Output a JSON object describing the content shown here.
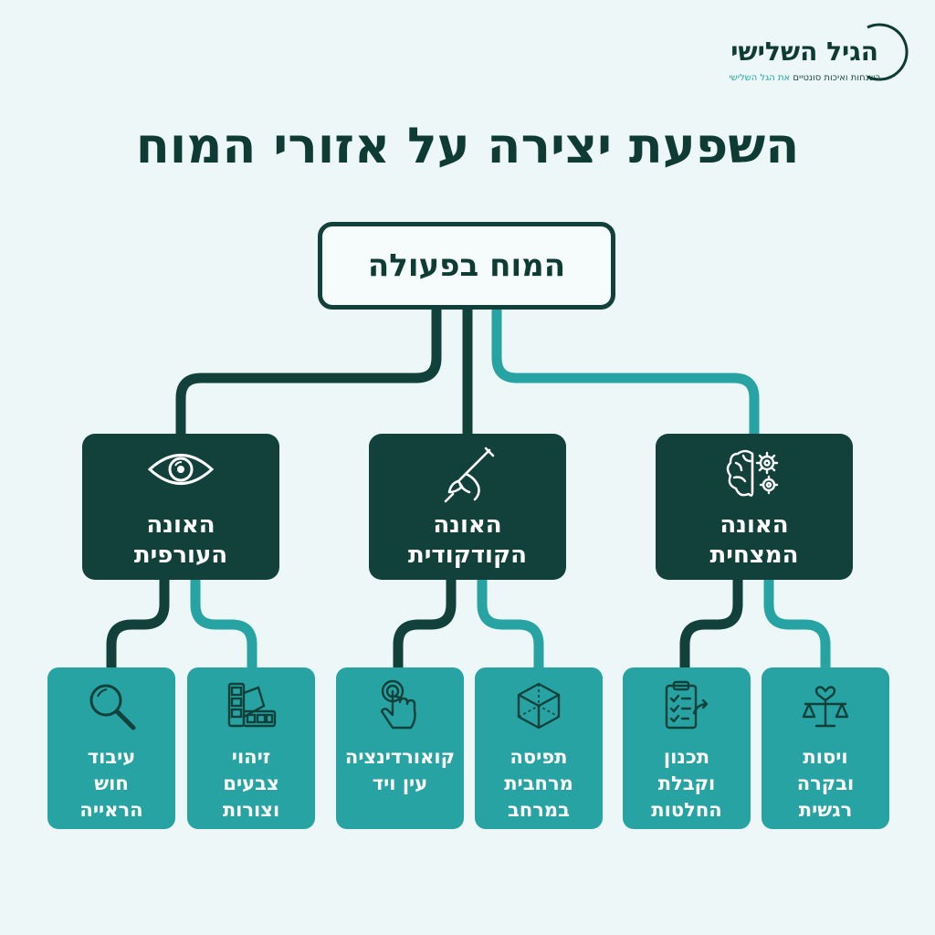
{
  "logo": {
    "brand": "הגיל השלישי",
    "tagline_main": "כשנחות ואיכות סונטיים",
    "tagline_accent": "את הגל השלישי"
  },
  "title": "השפעת יצירה על אזורי המוח",
  "root": {
    "label": "המוח בפעולה"
  },
  "lobes": [
    {
      "line1": "האונה",
      "line2": "העורפית",
      "icon": "eye-icon"
    },
    {
      "line1": "האונה",
      "line2": "הקודקודית",
      "icon": "paintbrush-hand-icon"
    },
    {
      "line1": "האונה",
      "line2": "המצחית",
      "icon": "brain-gears-icon"
    }
  ],
  "functions": [
    {
      "lines": [
        "עיבוד",
        "חוש",
        "הראייה"
      ],
      "icon": "magnifier-icon"
    },
    {
      "lines": [
        "זיהוי",
        "צבעים",
        "וצורות"
      ],
      "icon": "color-swatches-icon"
    },
    {
      "lines": [
        "קואורדינציה",
        "עין ויד"
      ],
      "icon": "touch-hand-icon"
    },
    {
      "lines": [
        "תפיסה",
        "מרחבית",
        "במרחב"
      ],
      "icon": "cube-icon"
    },
    {
      "lines": [
        "תכנון",
        "וקבלת",
        "החלטות"
      ],
      "icon": "clipboard-icon"
    },
    {
      "lines": [
        "ויסות",
        "ובקרה",
        "רגשית"
      ],
      "icon": "scales-heart-icon"
    }
  ],
  "colors": {
    "background": "#eef7f7",
    "dark": "#11413a",
    "teal": "#27a3a3",
    "text_dark": "#0f3b35"
  }
}
